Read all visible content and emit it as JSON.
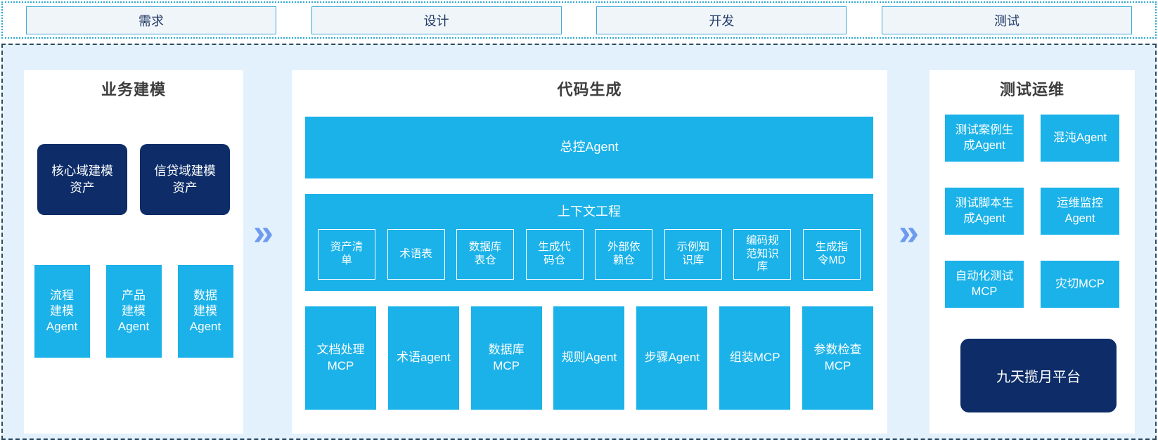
{
  "colors": {
    "cyan": "#1AB2E9",
    "navy": "#0D2C68",
    "stage_fill": "#F0F5FA",
    "stage_border": "#3FA9D4",
    "band_border": "#2AA9CF",
    "container_bg": "#E2F1FC",
    "container_border": "#2C4A60",
    "arrow": "#6E9BEF",
    "title": "#3D3D3D",
    "stage_text": "#203B66"
  },
  "stages": [
    {
      "label": "需求"
    },
    {
      "label": "设计"
    },
    {
      "label": "开发"
    },
    {
      "label": "测试"
    }
  ],
  "business_modeling": {
    "title": "业务建模",
    "asset_boxes": [
      {
        "label": "核心域建模\n资产"
      },
      {
        "label": "信贷域建模\n资产"
      }
    ],
    "agent_boxes": [
      {
        "label": "流程\n建模\nAgent"
      },
      {
        "label": "产品\n建模\nAgent"
      },
      {
        "label": "数据\n建模\nAgent"
      }
    ]
  },
  "code_generation": {
    "title": "代码生成",
    "master_agent": "总控Agent",
    "context_engineering": {
      "title": "上下文工程",
      "items": [
        {
          "label": "资产清\n单"
        },
        {
          "label": "术语表"
        },
        {
          "label": "数据库\n表仓"
        },
        {
          "label": "生成代\n码仓"
        },
        {
          "label": "外部依\n赖仓"
        },
        {
          "label": "示例知\n识库"
        },
        {
          "label": "编码规\n范知识\n库"
        },
        {
          "label": "生成指\n令MD"
        }
      ]
    },
    "tools": [
      {
        "label": "文档处理\nMCP"
      },
      {
        "label": "术语agent"
      },
      {
        "label": "数据库\nMCP"
      },
      {
        "label": "规则Agent"
      },
      {
        "label": "步骤Agent"
      },
      {
        "label": "组装MCP"
      },
      {
        "label": "参数检查\nMCP"
      }
    ]
  },
  "test_ops": {
    "title": "测试运维",
    "boxes": [
      {
        "label": "测试案例生\n成Agent"
      },
      {
        "label": "混沌Agent"
      },
      {
        "label": "测试脚本生\n成Agent"
      },
      {
        "label": "运维监控\nAgent"
      },
      {
        "label": "自动化测试\nMCP"
      },
      {
        "label": "灾切MCP"
      }
    ],
    "platform": "九天揽月平台"
  },
  "arrows": {
    "glyph": "»"
  }
}
